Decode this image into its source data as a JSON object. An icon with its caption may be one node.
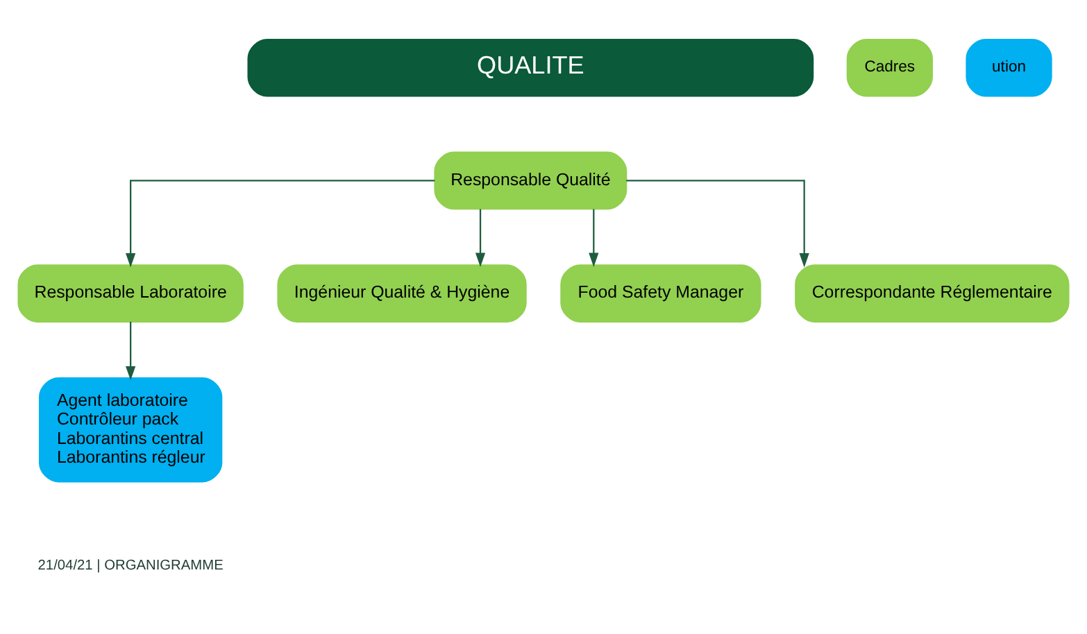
{
  "diagram": {
    "title": "QUALITE",
    "nodes": [
      {
        "text": [
          "Responsable Qualité"
        ]
      },
      {
        "text": [
          "Responsable Laboratoire"
        ]
      },
      {
        "text": [
          "Ingénieur Qualité & Hygiène"
        ]
      },
      {
        "text": [
          "Food Safety Manager"
        ]
      },
      {
        "text": [
          "Correspondante Réglementaire"
        ]
      },
      {
        "text": [
          "Agent laboratoire",
          "Contrôleur pack",
          "Laborantins central",
          "Laborantins régleur"
        ]
      }
    ],
    "edges": [
      {
        "from": 0,
        "to": 1,
        "arrow": "to"
      },
      {
        "from": 0,
        "to": 2,
        "arrow": "to"
      },
      {
        "from": 0,
        "to": 3,
        "arrow": "to"
      },
      {
        "from": 0,
        "to": 4,
        "arrow": "to"
      },
      {
        "from": 1,
        "to": 5,
        "arrow": "to"
      }
    ],
    "labels": [
      "21/04/21 | ORGANIGRAMME"
    ],
    "legend": [
      {
        "text": "Cadres",
        "color": "#92d050"
      },
      {
        "text": "ution",
        "color": "#00b0f0"
      }
    ]
  }
}
